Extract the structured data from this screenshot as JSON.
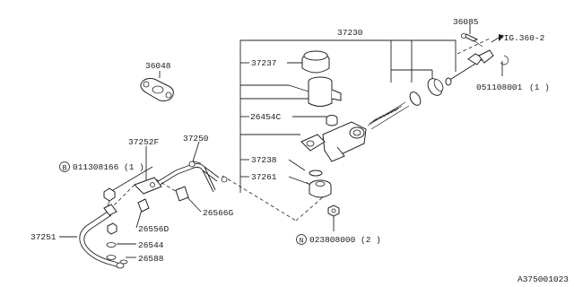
{
  "diagram": {
    "part_numbers": {
      "p37230": "37230",
      "p36085": "36085",
      "p36048": "36048",
      "p37237": "37237",
      "p26454c": "26454C",
      "p37238": "37238",
      "p37261": "37261",
      "p37252f": "37252F",
      "p37250": "37250",
      "p26566g": "26566G",
      "p26556d": "26556D",
      "p26544": "26544",
      "p26588": "26588",
      "p37251": "37251"
    },
    "fig_ref": "FIG.360-2",
    "bolts": {
      "b_letter": "B",
      "b_part": "011308166",
      "b_qty": "(1 )",
      "n_letter": "N",
      "n_part": "023808000",
      "n_qty": "(2 )",
      "pin_part": "051108001",
      "pin_qty": "(1 )"
    },
    "footer_code": "A375001023"
  }
}
